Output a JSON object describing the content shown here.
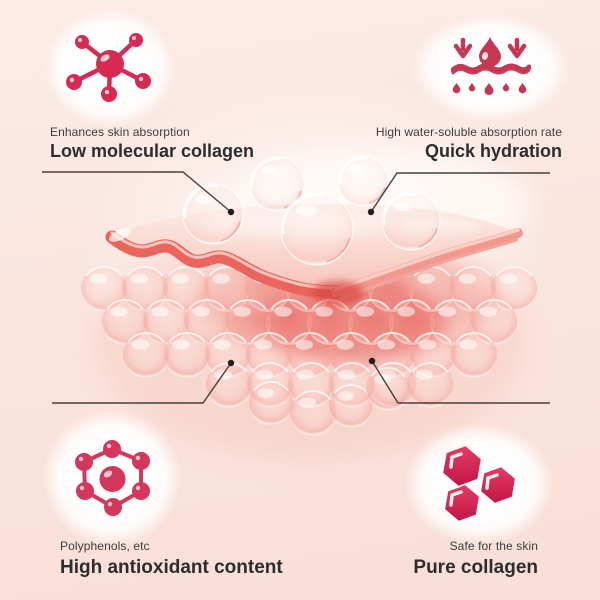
{
  "accent_color": "#ce2e54",
  "text_color": "#2d2d2d",
  "callouts": {
    "top_left": {
      "icon": "molecule-icon",
      "subtitle": "Enhances skin absorption",
      "title": "Low molecular collagen"
    },
    "top_right": {
      "icon": "water-absorption-icon",
      "subtitle": "High water-soluble absorption rate",
      "title": "Quick hydration"
    },
    "bottom_left": {
      "icon": "antioxidant-molecule-icon",
      "subtitle": "Polyphenols, etc",
      "title": "High antioxidant content"
    },
    "bottom_right": {
      "icon": "collagen-hexagons-icon",
      "subtitle": "Safe for the skin",
      "title": "Pure collagen"
    }
  }
}
